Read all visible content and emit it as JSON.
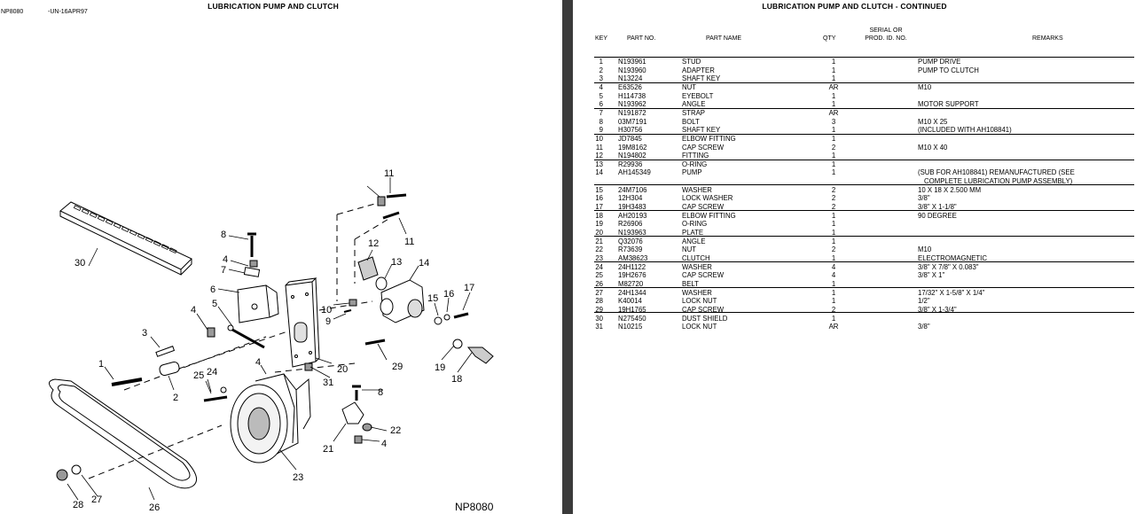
{
  "left_page": {
    "title": "LUBRICATION PUMP AND CLUTCH",
    "code": "NP8080",
    "date": "-UN-16APR97",
    "diagram_label": "NP8080",
    "callouts": [
      "1",
      "2",
      "3",
      "4",
      "5",
      "6",
      "7",
      "8",
      "4",
      "10",
      "9",
      "11",
      "11",
      "12",
      "13",
      "14",
      "15",
      "16",
      "17",
      "18",
      "19",
      "20",
      "21",
      "22",
      "4",
      "23",
      "24",
      "25",
      "26",
      "27",
      "28",
      "29",
      "30",
      "31",
      "4",
      "8"
    ]
  },
  "right_page": {
    "title": "LUBRICATION PUMP AND CLUTCH - CONTINUED",
    "headers": {
      "key": "KEY",
      "part_no": "PART NO.",
      "part_name": "PART NAME",
      "qty": "QTY",
      "serial_line1": "SERIAL OR",
      "serial_line2": "PROD. ID. NO.",
      "remarks": "REMARKS"
    },
    "rows": [
      {
        "key": "1",
        "part": "N193961",
        "name": "STUD",
        "qty": "1",
        "rem": "PUMP DRIVE",
        "rem2": ""
      },
      {
        "key": "2",
        "part": "N193960",
        "name": "ADAPTER",
        "qty": "1",
        "rem": "PUMP TO CLUTCH",
        "rem2": ""
      },
      {
        "key": "3",
        "part": "N13224",
        "name": "SHAFT KEY",
        "qty": "1",
        "rem": "",
        "rem2": ""
      },
      {
        "key": "4",
        "part": "E63526",
        "name": "NUT",
        "qty": "AR",
        "rem": "M10",
        "rem2": ""
      },
      {
        "key": "5",
        "part": "H114738",
        "name": "EYEBOLT",
        "qty": "1",
        "rem": "",
        "rem2": ""
      },
      {
        "key": "6",
        "part": "N193962",
        "name": "ANGLE",
        "qty": "1",
        "rem": "MOTOR SUPPORT",
        "rem2": ""
      },
      {
        "key": "7",
        "part": "N191872",
        "name": "STRAP",
        "qty": "AR",
        "rem": "",
        "rem2": ""
      },
      {
        "key": "8",
        "part": "03M7191",
        "name": "BOLT",
        "qty": "3",
        "rem": "M10 X 25",
        "rem2": ""
      },
      {
        "key": "9",
        "part": "H30756",
        "name": "SHAFT KEY",
        "qty": "1",
        "rem": "(INCLUDED WITH AH108841)",
        "rem2": ""
      },
      {
        "key": "10",
        "part": "JD7845",
        "name": "ELBOW FITTING",
        "qty": "1",
        "rem": "",
        "rem2": ""
      },
      {
        "key": "11",
        "part": "19M8162",
        "name": "CAP SCREW",
        "qty": "2",
        "rem": "M10 X 40",
        "rem2": ""
      },
      {
        "key": "12",
        "part": "N194802",
        "name": "FITTING",
        "qty": "1",
        "rem": "",
        "rem2": ""
      },
      {
        "key": "13",
        "part": "R29936",
        "name": "O-RING",
        "qty": "1",
        "rem": "",
        "rem2": ""
      },
      {
        "key": "14",
        "part": "AH145349",
        "name": "PUMP",
        "qty": "1",
        "rem": "(SUB FOR AH108841) REMANUFACTURED (SEE",
        "rem2": "COMPLETE LUBRICATION PUMP ASSEMBLY)"
      },
      {
        "key": "15",
        "part": "24M7106",
        "name": "WASHER",
        "qty": "2",
        "rem": "10 X 18 X 2.500 MM",
        "rem2": ""
      },
      {
        "key": "16",
        "part": "12H304",
        "name": "LOCK WASHER",
        "qty": "2",
        "rem": "3/8\"",
        "rem2": ""
      },
      {
        "key": "17",
        "part": "19H3483",
        "name": "CAP SCREW",
        "qty": "2",
        "rem": "3/8\" X 1-1/8\"",
        "rem2": ""
      },
      {
        "key": "18",
        "part": "AH20193",
        "name": "ELBOW FITTING",
        "qty": "1",
        "rem": "90 DEGREE",
        "rem2": ""
      },
      {
        "key": "19",
        "part": "R26906",
        "name": "O-RING",
        "qty": "1",
        "rem": "",
        "rem2": ""
      },
      {
        "key": "20",
        "part": "N193963",
        "name": "PLATE",
        "qty": "1",
        "rem": "",
        "rem2": ""
      },
      {
        "key": "21",
        "part": "Q32076",
        "name": "ANGLE",
        "qty": "1",
        "rem": "",
        "rem2": ""
      },
      {
        "key": "22",
        "part": "R73639",
        "name": "NUT",
        "qty": "2",
        "rem": "M10",
        "rem2": ""
      },
      {
        "key": "23",
        "part": "AM38623",
        "name": "CLUTCH",
        "qty": "1",
        "rem": "ELECTROMAGNETIC",
        "rem2": ""
      },
      {
        "key": "24",
        "part": "24H1122",
        "name": "WASHER",
        "qty": "4",
        "rem": "3/8\" X 7/8\" X 0.083\"",
        "rem2": ""
      },
      {
        "key": "25",
        "part": "19H2676",
        "name": "CAP SCREW",
        "qty": "4",
        "rem": "3/8\" X 1\"",
        "rem2": ""
      },
      {
        "key": "26",
        "part": "M82720",
        "name": "BELT",
        "qty": "1",
        "rem": "",
        "rem2": ""
      },
      {
        "key": "27",
        "part": "24H1344",
        "name": "WASHER",
        "qty": "1",
        "rem": "17/32\" X 1-5/8\" X 1/4\"",
        "rem2": ""
      },
      {
        "key": "28",
        "part": "K40014",
        "name": "LOCK NUT",
        "qty": "1",
        "rem": "1/2\"",
        "rem2": ""
      },
      {
        "key": "29",
        "part": "19H1765",
        "name": "CAP SCREW",
        "qty": "2",
        "rem": "3/8\" X 1-3/4\"",
        "rem2": ""
      },
      {
        "key": "30",
        "part": "N275450",
        "name": "DUST SHIELD",
        "qty": "1",
        "rem": "",
        "rem2": ""
      },
      {
        "key": "31",
        "part": "N10215",
        "name": "LOCK NUT",
        "qty": "AR",
        "rem": "3/8\"",
        "rem2": ""
      }
    ]
  }
}
